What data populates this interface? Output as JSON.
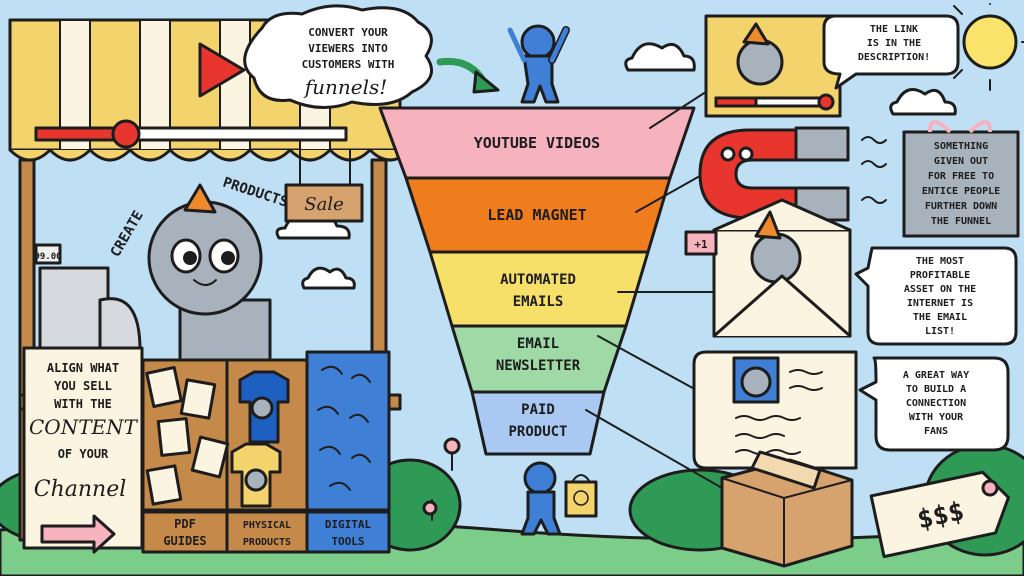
{
  "bubble": {
    "line1": "CONVERT YOUR",
    "line2": "VIEWERS INTO",
    "line3": "CUSTOMERS WITH",
    "line4": "funnels!"
  },
  "shop": {
    "create_word1": "CREATE",
    "create_word2": "PRODUCTS",
    "sale_sign": "Sale",
    "register_display": "99.00"
  },
  "sidebar_sign": {
    "line1": "ALIGN WHAT",
    "line2": "YOU SELL",
    "line3": "WITH THE",
    "line4": "CONTENT",
    "line5": "OF YOUR",
    "line6": "Channel"
  },
  "bins": [
    {
      "line1": "PDF",
      "line2": "GUIDES"
    },
    {
      "line1": "PHYSICAL",
      "line2": "PRODUCTS"
    },
    {
      "line1": "DIGITAL",
      "line2": "TOOLS"
    }
  ],
  "funnel": {
    "stages": [
      {
        "line1": "YOUTUBE VIDEOS",
        "line2": "",
        "color": "#f6b3bd"
      },
      {
        "line1": "LEAD MAGNET",
        "line2": "",
        "color": "#ef7d1e"
      },
      {
        "line1": "AUTOMATED",
        "line2": "EMAILS",
        "color": "#f6e06a"
      },
      {
        "line1": "EMAIL",
        "line2": "NEWSLETTER",
        "color": "#9fd9a6"
      },
      {
        "line1": "PAID",
        "line2": "PRODUCT",
        "color": "#a9c9f2"
      }
    ]
  },
  "notes": {
    "link": {
      "line1": "THE LINK",
      "line2": "IS IN THE",
      "line3": "DESCRIPTION!"
    },
    "magnet": {
      "line1": "SOMETHING",
      "line2": "GIVEN OUT",
      "line3": "FOR FREE TO",
      "line4": "ENTICE PEOPLE",
      "line5": "FURTHER DOWN",
      "line6": "THE FUNNEL"
    },
    "email": {
      "line1": "THE MOST",
      "line2": "PROFITABLE",
      "line3": "ASSET ON THE",
      "line4": "INTERNET IS",
      "line5": "THE EMAIL",
      "line6": "LIST!"
    },
    "newsletter": {
      "line1": "A GREAT WAY",
      "line2": "TO BUILD A",
      "line3": "CONNECTION",
      "line4": "WITH YOUR",
      "line5": "FANS"
    }
  },
  "badges": {
    "plus_one": "+1",
    "price_tag": "$$$"
  }
}
